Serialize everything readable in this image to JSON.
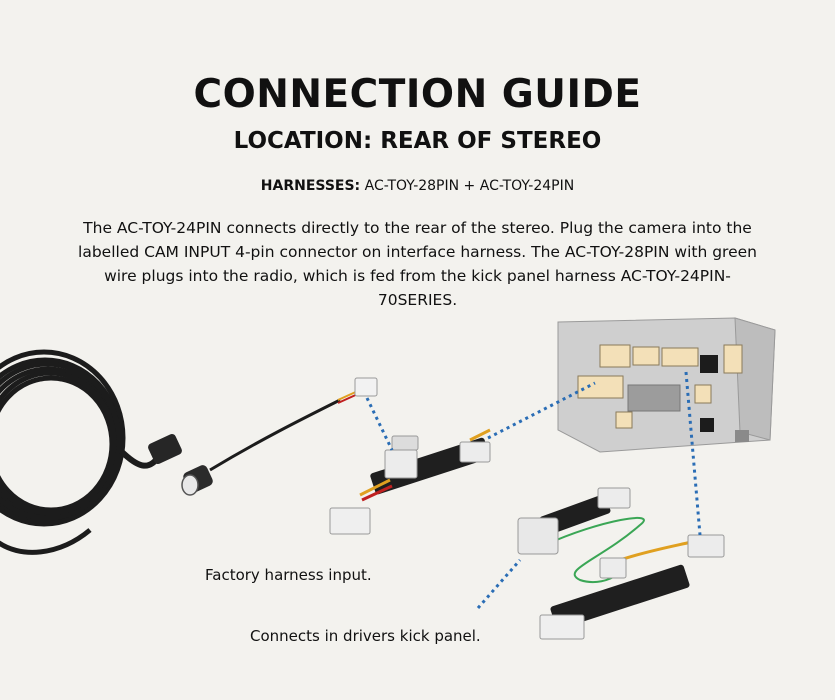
{
  "title": "CONNECTION GUIDE",
  "subtitle": "LOCATION: REAR OF STEREO",
  "harnesses": {
    "label": "HARNESSES:",
    "value": "AC-TOY-28PIN + AC-TOY-24PIN"
  },
  "description": "The AC-TOY-24PIN connects directly to the rear of the stereo. Plug the camera into the labelled CAM INPUT 4-pin connector on interface harness. The AC-TOY-28PIN with green wire plugs into the radio, which is fed from the kick panel harness AC-TOY-24PIN-70SERIES.",
  "captions": {
    "factory_input": "Factory harness input.",
    "kick_panel": "Connects in drivers kick panel."
  },
  "colors": {
    "background": "#f3f2ee",
    "dotted_line": "#2a6db5",
    "green_wire": "#3aa655"
  }
}
